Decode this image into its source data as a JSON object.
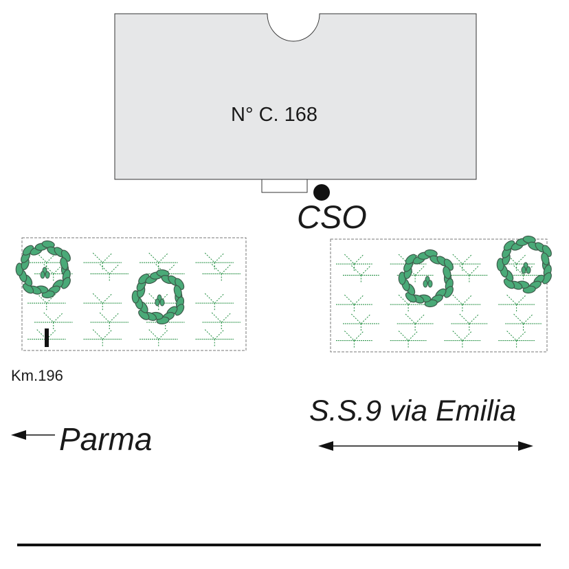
{
  "building": {
    "label": "N° C. 168"
  },
  "cso_label": "CSO",
  "km_label": "Km.196",
  "direction_label": "Parma",
  "road_label": "S.S.9 via Emilia",
  "colors": {
    "building_fill": "#e6e7e8",
    "leaf": "#4aaa78",
    "leaf_stroke": "#3d5a4a",
    "hedge": "#1a8a3a"
  }
}
